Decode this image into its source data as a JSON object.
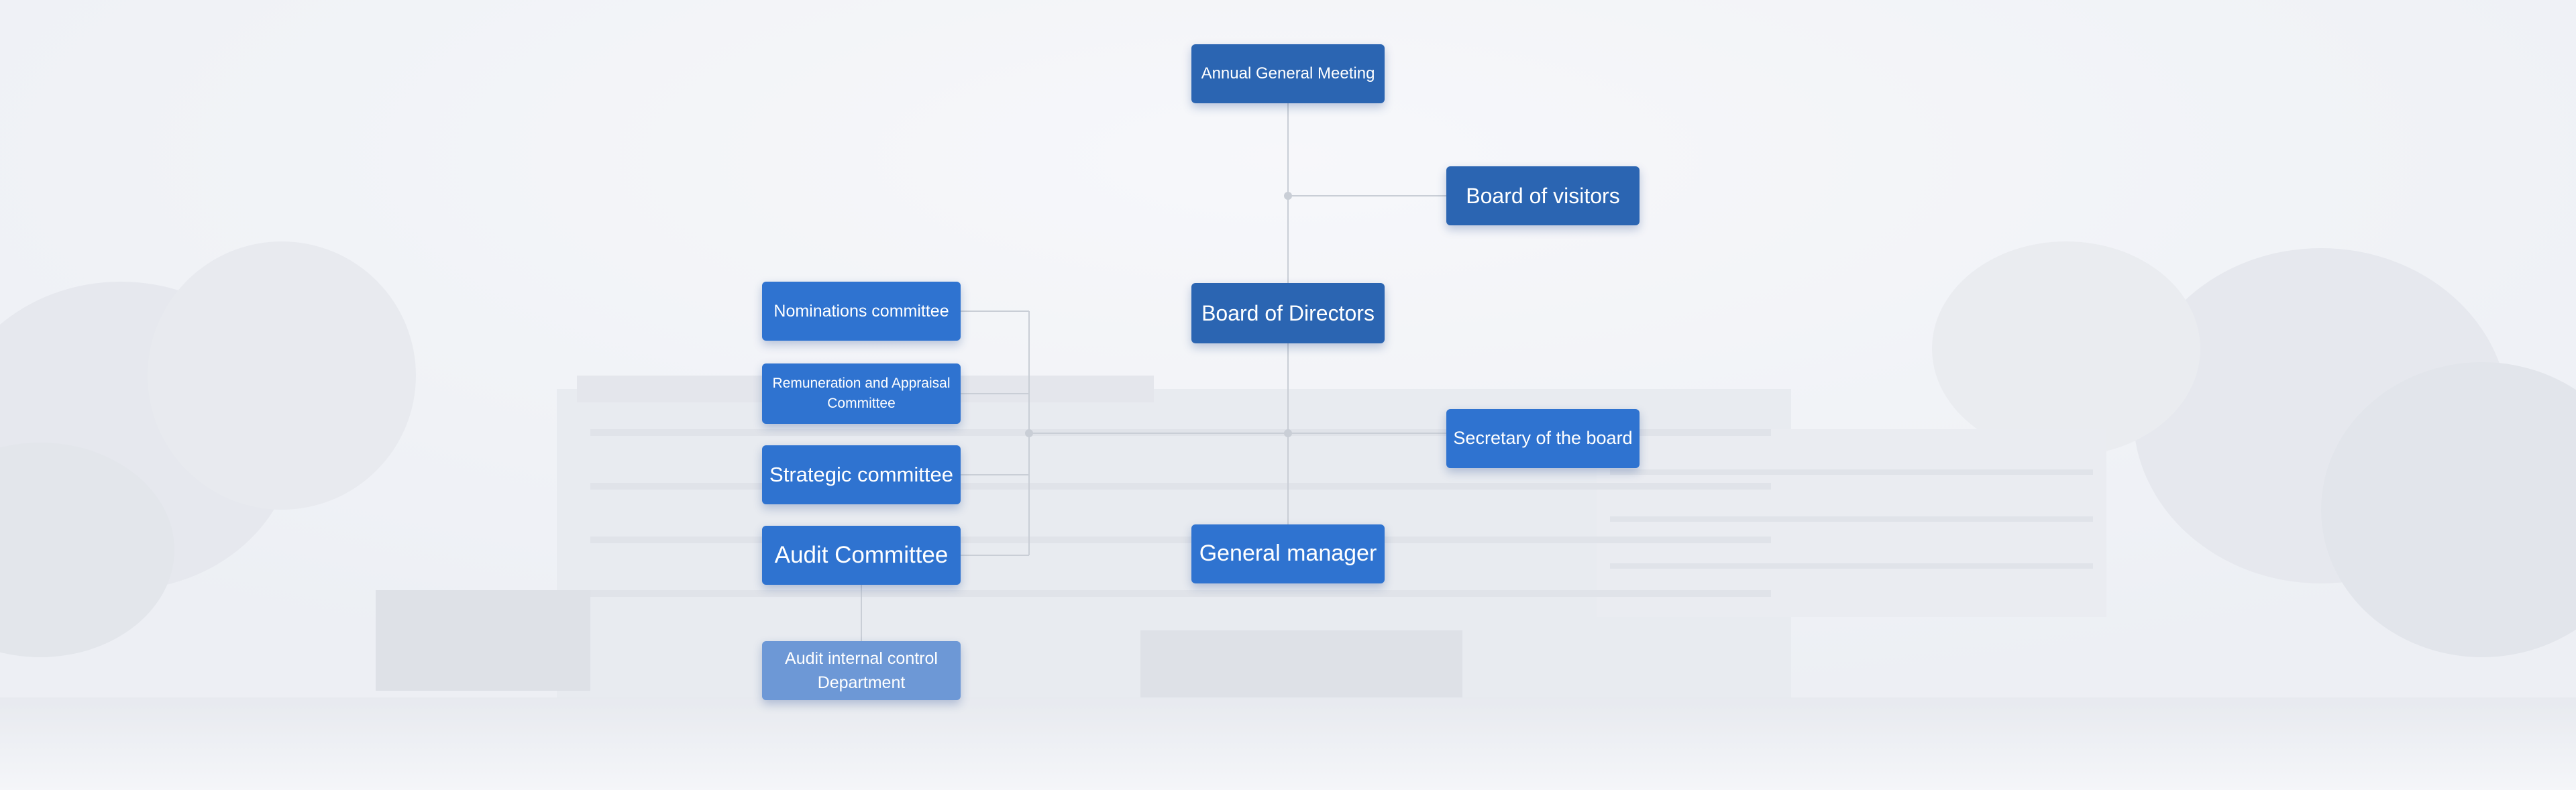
{
  "nodes": {
    "agm": "Annual General Meeting",
    "visitors": "Board of visitors",
    "directors": "Board of Directors",
    "secretary": "Secretary of the board",
    "general_manager": "General manager",
    "nominations": "Nominations committee",
    "remuneration": "Remuneration and Appraisal Committee",
    "strategic": "Strategic committee",
    "audit": "Audit Committee",
    "audit_internal": "Audit internal control Department"
  },
  "colors": {
    "box_dark": "#2b65b2",
    "box_mid": "#2f73d0",
    "box_light": "#6d98d6",
    "connector": "#c9ced6",
    "background": "#eef1f6"
  }
}
